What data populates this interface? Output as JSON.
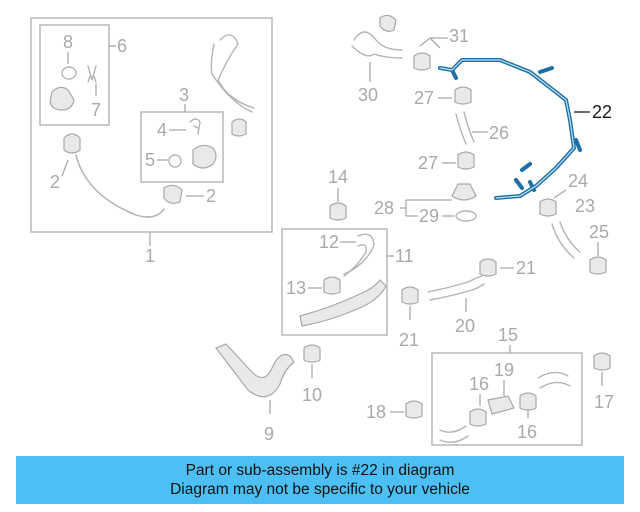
{
  "callouts": {
    "c1": "1",
    "c2a": "2",
    "c2b": "2",
    "c3": "3",
    "c4": "4",
    "c5": "5",
    "c6": "6",
    "c7": "7",
    "c8": "8",
    "c9": "9",
    "c10": "10",
    "c11": "11",
    "c12": "12",
    "c13": "13",
    "c14": "14",
    "c15": "15",
    "c16a": "16",
    "c16b": "16",
    "c17": "17",
    "c18": "18",
    "c19": "19",
    "c20": "20",
    "c21a": "21",
    "c21b": "21",
    "c22": "22",
    "c23": "23",
    "c24": "24",
    "c25": "25",
    "c26": "26",
    "c27a": "27",
    "c27b": "27",
    "c28": "28",
    "c29": "29",
    "c30": "30",
    "c31": "31"
  },
  "highlight_color": "#1e6fa6",
  "banner": {
    "line1": "Part or sub-assembly is #22 in diagram",
    "line2": "Diagram may not be specific to your vehicle",
    "background": "#4cc0f4"
  }
}
